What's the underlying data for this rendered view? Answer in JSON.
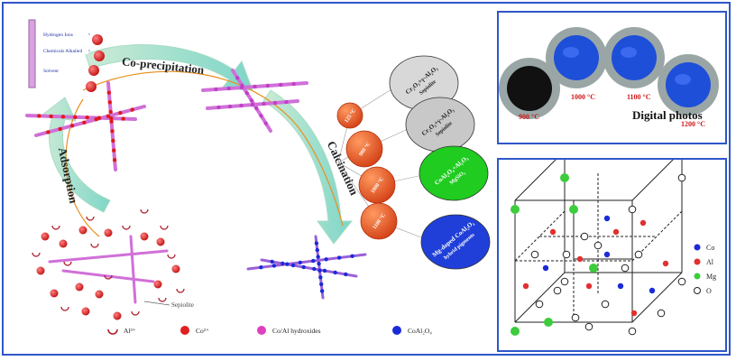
{
  "process": {
    "coprecipitation_label": "Co-precipitation",
    "calcination_label": "Calcination",
    "adsorption_label": "Adsorption",
    "sepiolite_label": "Sepiolite",
    "reagent_labels": [
      "Hydrogen Ions",
      "Chemicals Alkalied",
      "Solvent"
    ]
  },
  "temperature_balls": [
    {
      "label": "125 °C",
      "color": "#e8553a"
    },
    {
      "label": "900 °C",
      "color": "#e04a1e"
    },
    {
      "label": "1000 °C",
      "color": "#d4401a"
    },
    {
      "label": "1100 °C",
      "color": "#c83a16"
    }
  ],
  "product_ovals": [
    {
      "line1": "Cr₂O₃+γ-Al₂O₃",
      "line2": "Sepiolite",
      "fill": "#d8d8d8",
      "text_color": "#222222"
    },
    {
      "line1": "Cr₂O₃+γ-Al₂O₃",
      "line2": "Sepiolite",
      "fill": "#c8c8c8",
      "text_color": "#222222"
    },
    {
      "line1": "CoAl₂O₄+Al₂O₃",
      "line2": "MgSiO₃",
      "fill": "#1fcc1f",
      "text_color": "#ffffff"
    },
    {
      "line1": "Mg-doped CoAl₂O₄",
      "line2": "hybrid pigments",
      "fill": "#1f3fd8",
      "text_color": "#ffffff"
    }
  ],
  "photos": {
    "title": "Digital photos",
    "items": [
      {
        "temp": "900 °C",
        "color": "#111111"
      },
      {
        "temp": "1000 °C",
        "color": "#1e4fd8"
      },
      {
        "temp": "1100 °C",
        "color": "#1e4fd8"
      },
      {
        "temp": "1200 °C",
        "color": "#1e4fd8"
      }
    ]
  },
  "lattice_legend": [
    {
      "label": "Co",
      "color": "#1a2bd6"
    },
    {
      "label": "Al",
      "color": "#e03030"
    },
    {
      "label": "Mg",
      "color": "#3ccc3c"
    },
    {
      "label": "O",
      "color": "#ffffff"
    }
  ],
  "bottom_legend": [
    {
      "label": "Al³⁺",
      "symbol": "crescent",
      "color": "#b02030"
    },
    {
      "label": "Co²⁺",
      "symbol": "dot",
      "color": "#e02020"
    },
    {
      "label": "Co/Al hydroxides",
      "symbol": "dot",
      "color": "#e040c0"
    },
    {
      "label": "CoAl₂O₄",
      "symbol": "dot",
      "color": "#1a2bd6"
    }
  ]
}
